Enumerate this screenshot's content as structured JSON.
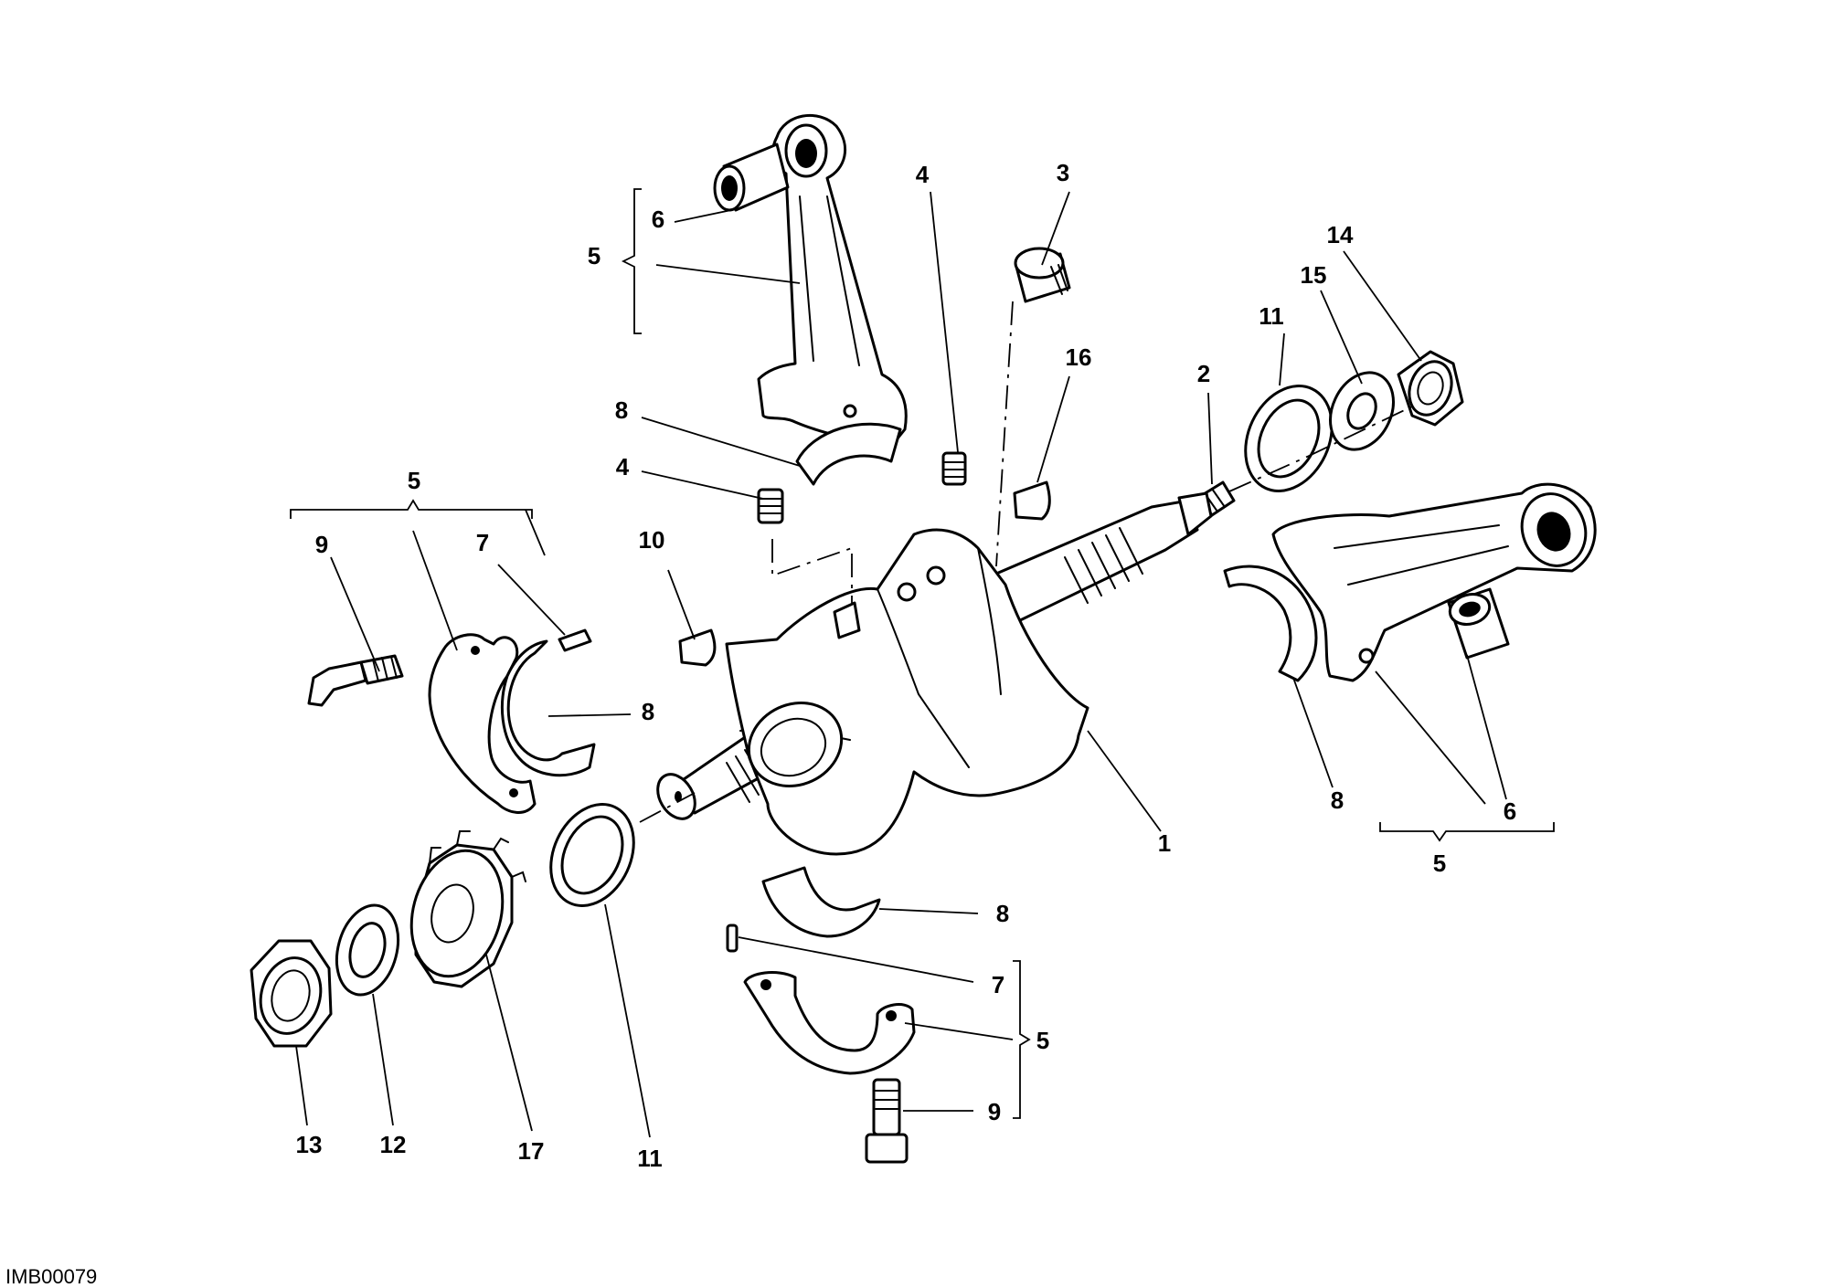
{
  "drawing_code": "IMB00079",
  "callouts": [
    {
      "id": "c-6-upper",
      "text": "6"
    },
    {
      "id": "c-5-upper",
      "text": "5"
    },
    {
      "id": "c-4-upper",
      "text": "4"
    },
    {
      "id": "c-3",
      "text": "3"
    },
    {
      "id": "c-14",
      "text": "14"
    },
    {
      "id": "c-15",
      "text": "15"
    },
    {
      "id": "c-11-right",
      "text": "11"
    },
    {
      "id": "c-16",
      "text": "16"
    },
    {
      "id": "c-2",
      "text": "2"
    },
    {
      "id": "c-8-upper",
      "text": "8"
    },
    {
      "id": "c-4-mid",
      "text": "4"
    },
    {
      "id": "c-5-left",
      "text": "5"
    },
    {
      "id": "c-9-left",
      "text": "9"
    },
    {
      "id": "c-7-left",
      "text": "7"
    },
    {
      "id": "c-10",
      "text": "10"
    },
    {
      "id": "c-8-left",
      "text": "8"
    },
    {
      "id": "c-1",
      "text": "1"
    },
    {
      "id": "c-8-right",
      "text": "8"
    },
    {
      "id": "c-6-right",
      "text": "6"
    },
    {
      "id": "c-5-right",
      "text": "5"
    },
    {
      "id": "c-8-bottom",
      "text": "8"
    },
    {
      "id": "c-7-bottom",
      "text": "7"
    },
    {
      "id": "c-5-bottom",
      "text": "5"
    },
    {
      "id": "c-9-bottom",
      "text": "9"
    },
    {
      "id": "c-13",
      "text": "13"
    },
    {
      "id": "c-12",
      "text": "12"
    },
    {
      "id": "c-17",
      "text": "17"
    },
    {
      "id": "c-11-bottom",
      "text": "11"
    }
  ]
}
